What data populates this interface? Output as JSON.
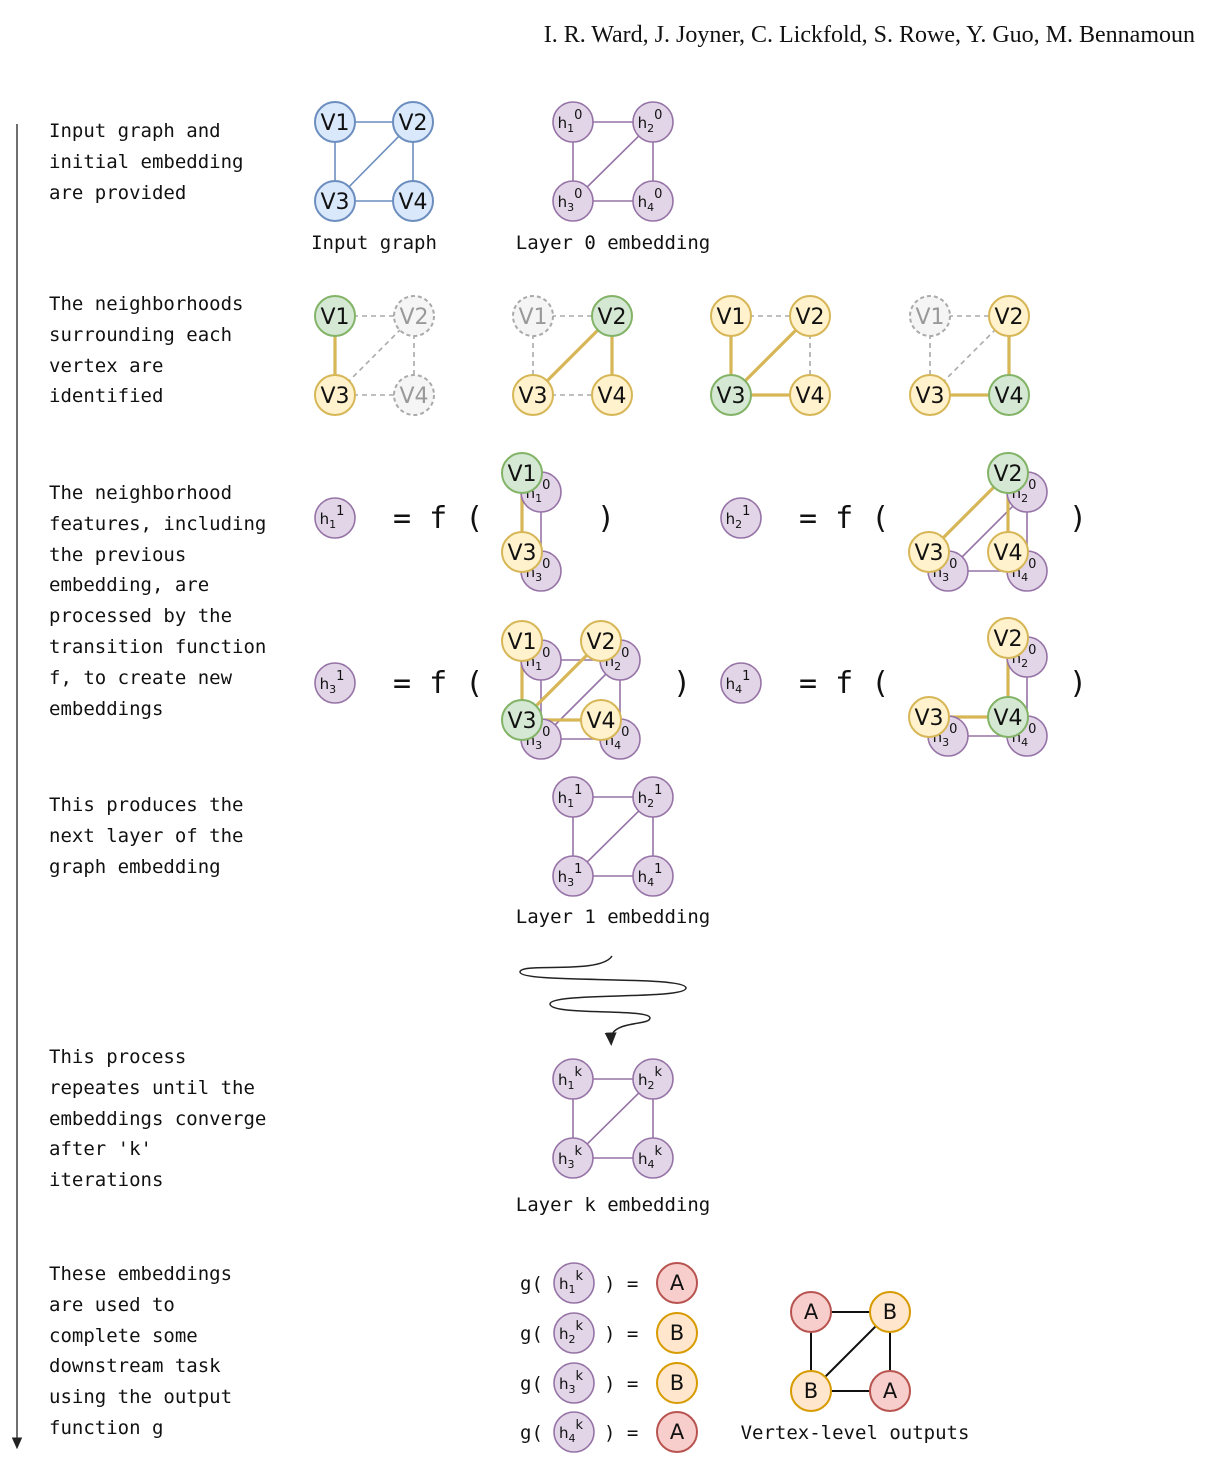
{
  "header": {
    "authors": "I. R. Ward, J. Joyner, C. Lickfold, S. Rowe, Y. Guo, M. Bennamoun"
  },
  "steps": [
    "Input graph and\ninitial embedding\nare provided",
    "The neighborhoods\nsurrounding each\nvertex are\nidentified",
    "The neighborhood\nfeatures, including\nthe previous\nembedding, are\nprocessed by the\ntransition function\nf, to create new\nembeddings",
    "This produces the\nnext layer of the\ngraph embedding",
    "This process\nrepeates until the\nembeddings converge\nafter 'k'\niterations",
    "These embeddings\nare used to\ncomplete some\ndownstream task\nusing the output\nfunction g"
  ],
  "captions": {
    "input_graph": "Input graph",
    "layer0": "Layer 0 embedding",
    "layer1": "Layer 1 embedding",
    "layerk": "Layer k embedding",
    "vertex_outputs": "Vertex-level outputs"
  },
  "labels": {
    "vertices": [
      "V1",
      "V2",
      "V3",
      "V4"
    ],
    "embedding_base": "h",
    "indices": [
      "1",
      "2",
      "3",
      "4"
    ],
    "layer_superscripts": [
      "0",
      "1",
      "k"
    ],
    "transition_eq": "= f (",
    "close_paren": ")",
    "output_fn_open": "g(",
    "output_fn_close": ") =",
    "outputs": [
      "A",
      "B",
      "B",
      "A"
    ]
  },
  "colors": {
    "blue_fill": "#dae8fc",
    "blue_stroke": "#6c8ebf",
    "purple_fill": "#e1d5e7",
    "purple_stroke": "#9673a6",
    "green_fill": "#d5e8d4",
    "green_stroke": "#82b366",
    "yellow_fill": "#fff2cc",
    "yellow_stroke": "#d6b656",
    "gray_fill": "#f5f5f5",
    "gray_stroke": "#aaaaaa",
    "red_fill": "#f8cecc",
    "red_stroke": "#b85450",
    "orange_fill": "#ffe6cc",
    "orange_stroke": "#d79b00",
    "edge_gold": "#d6b656",
    "edge_black": "#111111"
  }
}
